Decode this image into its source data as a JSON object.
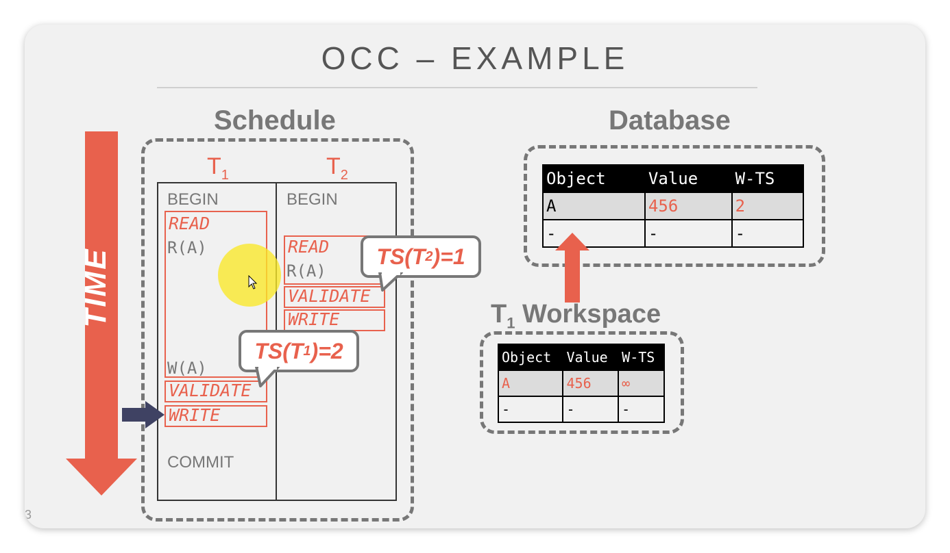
{
  "slide": {
    "title": "OCC – EXAMPLE",
    "page_number": "3",
    "time_label": "TIME"
  },
  "schedule": {
    "title": "Schedule",
    "t1_header": {
      "base": "T",
      "sub": "1"
    },
    "t2_header": {
      "base": "T",
      "sub": "2"
    },
    "t1_ops": {
      "begin": "BEGIN",
      "read_phase": "READ",
      "read_a": "R(A)",
      "write_a": "W(A)",
      "validate_phase": "VALIDATE",
      "write_phase": "WRITE",
      "commit": "COMMIT"
    },
    "t2_ops": {
      "begin": "BEGIN",
      "read_phase": "READ",
      "read_a": "R(A)",
      "validate_phase": "VALIDATE",
      "write_phase": "WRITE"
    },
    "callout_t2": {
      "prefix": "TS(T",
      "sub": "2",
      "suffix": ")=1"
    },
    "callout_t1": {
      "prefix": "TS(T",
      "sub": "1",
      "suffix": ")=2"
    }
  },
  "database": {
    "title": "Database",
    "headers": [
      "Object",
      "Value",
      "W-TS"
    ],
    "rows": [
      [
        "A",
        "456",
        "2"
      ],
      [
        "-",
        "-",
        "-"
      ]
    ]
  },
  "workspace": {
    "title_base": "T",
    "title_sub": "1",
    "title_rest": " Workspace",
    "headers": [
      "Object",
      "Value",
      "W-TS"
    ],
    "rows": [
      [
        "A",
        "456",
        "∞"
      ],
      [
        "-",
        "-",
        "-"
      ]
    ]
  },
  "colors": {
    "accent_red": "#e8614d",
    "gray": "#777777",
    "navy_arrow": "#3f4263"
  }
}
